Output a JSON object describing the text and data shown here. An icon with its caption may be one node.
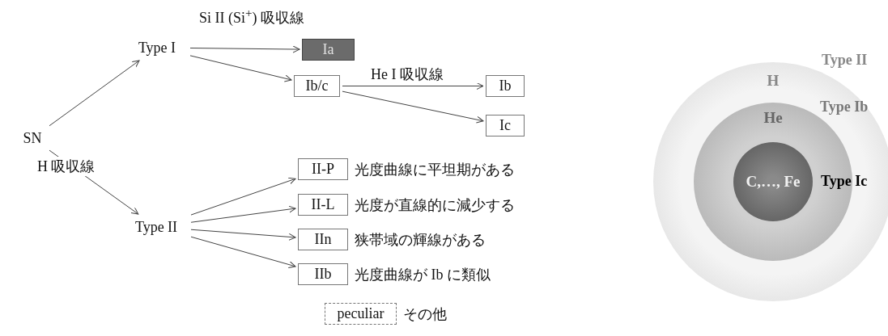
{
  "diagram": {
    "nodes": [
      {
        "text": [
          "SN"
        ]
      },
      {
        "text": [
          "Type I"
        ]
      },
      {
        "text": [
          "Type II"
        ]
      },
      {
        "text": [
          "Ia"
        ]
      },
      {
        "text": [
          "Ib/c"
        ]
      },
      {
        "text": [
          "Ib"
        ]
      },
      {
        "text": [
          "Ic"
        ]
      },
      {
        "text": [
          "II-P"
        ],
        "beside": [
          "光度曲線に平坦期がある"
        ]
      },
      {
        "text": [
          "II-L"
        ],
        "beside": [
          "光度が直線的に減少する"
        ]
      },
      {
        "text": [
          "IIn"
        ],
        "beside": [
          "狭帯域の輝線がある"
        ]
      },
      {
        "text": [
          "IIb"
        ],
        "beside": [
          "光度曲線が Ib に類似"
        ]
      },
      {
        "text": [
          "peculiar"
        ],
        "beside": [
          "その他"
        ]
      },
      {
        "text": [
          "H"
        ]
      },
      {
        "text": [
          "He"
        ],
        "in": 12
      },
      {
        "text": [
          "C,…, Fe"
        ],
        "in": 13
      }
    ],
    "edges": [
      {
        "from": 0,
        "to": 1,
        "arrow": "to"
      },
      {
        "from": 0,
        "to": 2,
        "arrow": "to",
        "label": "H 吸収線"
      },
      {
        "from": 1,
        "to": 3,
        "arrow": "to",
        "label": "Si II (Si$^{+}$) 吸収線"
      },
      {
        "from": 1,
        "to": 4,
        "arrow": "to"
      },
      {
        "from": 4,
        "to": 5,
        "arrow": "to",
        "label": "He I 吸収線"
      },
      {
        "from": 4,
        "to": 6,
        "arrow": "to"
      },
      {
        "from": 2,
        "to": 7,
        "arrow": "to"
      },
      {
        "from": 2,
        "to": 8,
        "arrow": "to"
      },
      {
        "from": 2,
        "to": 9,
        "arrow": "to"
      },
      {
        "from": 2,
        "to": 10,
        "arrow": "to"
      }
    ],
    "labels": [
      "Type II",
      "Type Ib",
      "Type Ic"
    ]
  }
}
